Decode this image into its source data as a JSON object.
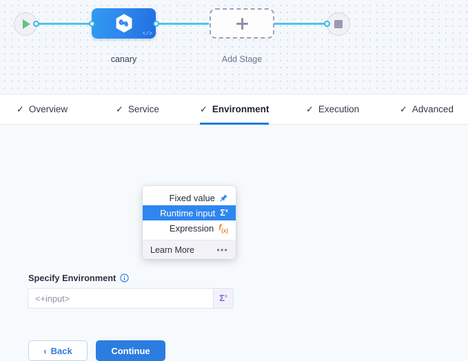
{
  "canvas": {
    "start_node": {
      "icon": "play-icon"
    },
    "end_node": {
      "icon": "stop-icon"
    },
    "stage": {
      "label": "canary",
      "icon": "harness-hexagon-icon",
      "badge": "</>"
    },
    "add_stage": {
      "label": "Add Stage",
      "icon": "plus-icon"
    }
  },
  "tabs": [
    {
      "label": "Overview",
      "check": "✓",
      "active": false
    },
    {
      "label": "Service",
      "check": "✓",
      "active": false
    },
    {
      "label": "Environment",
      "check": "✓",
      "active": true
    },
    {
      "label": "Execution",
      "check": "✓",
      "active": false
    },
    {
      "label": "Advanced",
      "check": "✓",
      "active": false
    }
  ],
  "form": {
    "field_label": "Specify Environment",
    "info_icon": "info-icon",
    "input_value": "<+input>",
    "input_placeholder": "<+input>",
    "sigma_button": {
      "sigma": "Σ",
      "x": "x"
    }
  },
  "buttons": {
    "back_label": "Back",
    "back_chevron": "‹",
    "continue_label": "Continue"
  },
  "dropdown": {
    "items": [
      {
        "label": "Fixed value",
        "icon": "pin-icon",
        "selected": false
      },
      {
        "label": "Runtime input",
        "icon": "sigma-x-icon",
        "selected": true
      },
      {
        "label": "Expression",
        "icon": "fx-icon",
        "selected": false
      }
    ],
    "footer": {
      "label": "Learn More",
      "icon": "ellipsis-icon",
      "dots": "•••"
    }
  },
  "colors": {
    "accent_blue": "#2b7de0",
    "edge_blue": "#4cc3ee",
    "purple": "#8a63d2",
    "orange": "#f07e26",
    "green": "#5fc47e"
  }
}
